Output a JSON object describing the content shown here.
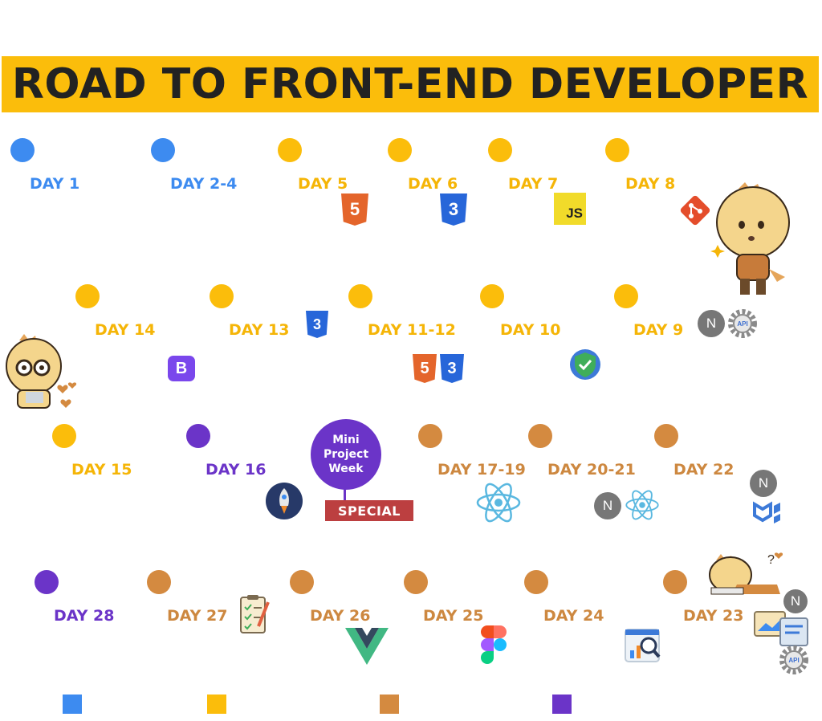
{
  "banner": {
    "title": "ROAD TO FRONT-END DEVELOPER",
    "bg": "#fbbd0b"
  },
  "colors": {
    "blue": "#3d8bf0",
    "yellow": "#fbbd0b",
    "brown": "#d48a40",
    "purple": "#6b34c8",
    "special": "#bc3f40"
  },
  "days": {
    "d1": "DAY 1",
    "d2": "DAY 2-4",
    "d5": "DAY 5",
    "d6": "DAY 6",
    "d7": "DAY 7",
    "d8": "DAY 8",
    "d9": "DAY 9",
    "d10": "DAY 10",
    "d11": "DAY 11-12",
    "d13": "DAY 13",
    "d14": "DAY 14",
    "d15": "DAY 15",
    "d16": "DAY 16",
    "d17": "DAY 17-19",
    "d20": "DAY 20-21",
    "d22": "DAY 22",
    "d23": "DAY 23",
    "d24": "DAY 24",
    "d25": "DAY 25",
    "d26": "DAY 26",
    "d27": "DAY 27",
    "d28": "DAY 28"
  },
  "special": {
    "mini": "Mini\nProject\nWeek",
    "tag": "SPECIAL"
  },
  "glyphs": {
    "five": "5",
    "three": "3",
    "js": "JS",
    "n": "N",
    "b": "B",
    "api": "API"
  },
  "icons": [
    "html5-icon",
    "css3-icon",
    "javascript-icon",
    "git-icon",
    "nextjs-icon",
    "api-gear-icon",
    "bootstrap-icon",
    "security-shield-icon",
    "tailwind-icon",
    "rocket-icon",
    "react-icon",
    "material-ui-icon",
    "vue-icon",
    "figma-icon",
    "analytics-icon",
    "checklist-icon",
    "dino-mascot"
  ],
  "legend": [
    "#3d8bf0",
    "#fbbd0b",
    "#d48a40",
    "#6b34c8"
  ]
}
